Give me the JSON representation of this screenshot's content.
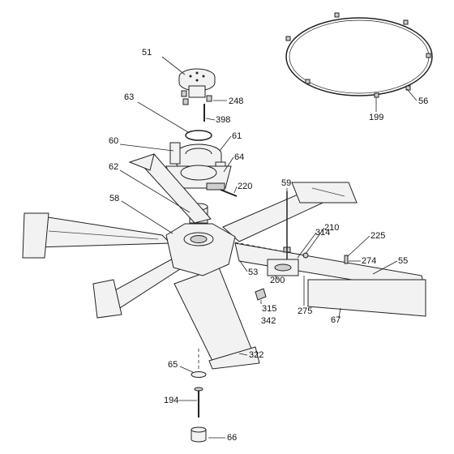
{
  "parts": [
    {
      "id": "p51",
      "label": "51",
      "name": "Top cap"
    },
    {
      "id": "p248",
      "label": "248",
      "name": "Nut"
    },
    {
      "id": "p63",
      "label": "63",
      "name": "Circlip"
    },
    {
      "id": "p398",
      "label": "398",
      "name": "Pin"
    },
    {
      "id": "p61",
      "label": "61",
      "name": "Bearing"
    },
    {
      "id": "p60",
      "label": "60",
      "name": "Bracket"
    },
    {
      "id": "p64",
      "label": "64",
      "name": "Hub housing"
    },
    {
      "id": "p62",
      "label": "62",
      "name": "Sleeve"
    },
    {
      "id": "p220",
      "label": "220",
      "name": "Bolt"
    },
    {
      "id": "p58",
      "label": "58",
      "name": "Center hub"
    },
    {
      "id": "p59",
      "label": "59",
      "name": "Arm pin"
    },
    {
      "id": "p210",
      "label": "210",
      "name": "Washer"
    },
    {
      "id": "p314",
      "label": "314",
      "name": "Spring"
    },
    {
      "id": "p225",
      "label": "225",
      "name": "Screw"
    },
    {
      "id": "p274",
      "label": "274",
      "name": "Nut"
    },
    {
      "id": "p55",
      "label": "55",
      "name": "Rake arm"
    },
    {
      "id": "p53",
      "label": "53",
      "name": "Arm bracket"
    },
    {
      "id": "p200",
      "label": "200",
      "name": "Bolt"
    },
    {
      "id": "p275",
      "label": "275",
      "name": "Spring pin"
    },
    {
      "id": "p67",
      "label": "67",
      "name": "Tine holder"
    },
    {
      "id": "p315",
      "label": "315",
      "name": "Grease nipple"
    },
    {
      "id": "p342",
      "label": "342",
      "name": "Cap"
    },
    {
      "id": "p322",
      "label": "322",
      "name": "Arm tube"
    },
    {
      "id": "p65",
      "label": "65",
      "name": "Washer"
    },
    {
      "id": "p194",
      "label": "194",
      "name": "Bolt"
    },
    {
      "id": "p66",
      "label": "66",
      "name": "Bushing"
    },
    {
      "id": "p56",
      "label": "56",
      "name": "Ring"
    },
    {
      "id": "p199",
      "label": "199",
      "name": "Clamp"
    }
  ]
}
